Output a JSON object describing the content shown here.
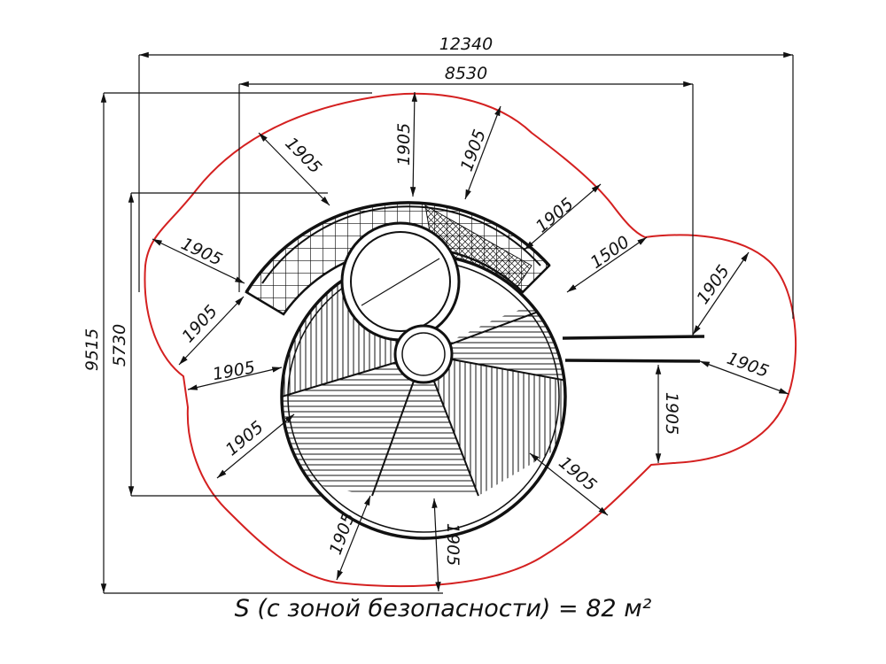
{
  "caption": "S (с зоной безопасности) = 82 м²",
  "colors": {
    "safety_zone": "#d42020",
    "lines": "#111111"
  },
  "dimensions": {
    "overall_width": "12340",
    "inner_width": "8530",
    "overall_height": "9515",
    "inner_height": "5730",
    "zone_offset": "1905",
    "slide_offset": "1500"
  }
}
